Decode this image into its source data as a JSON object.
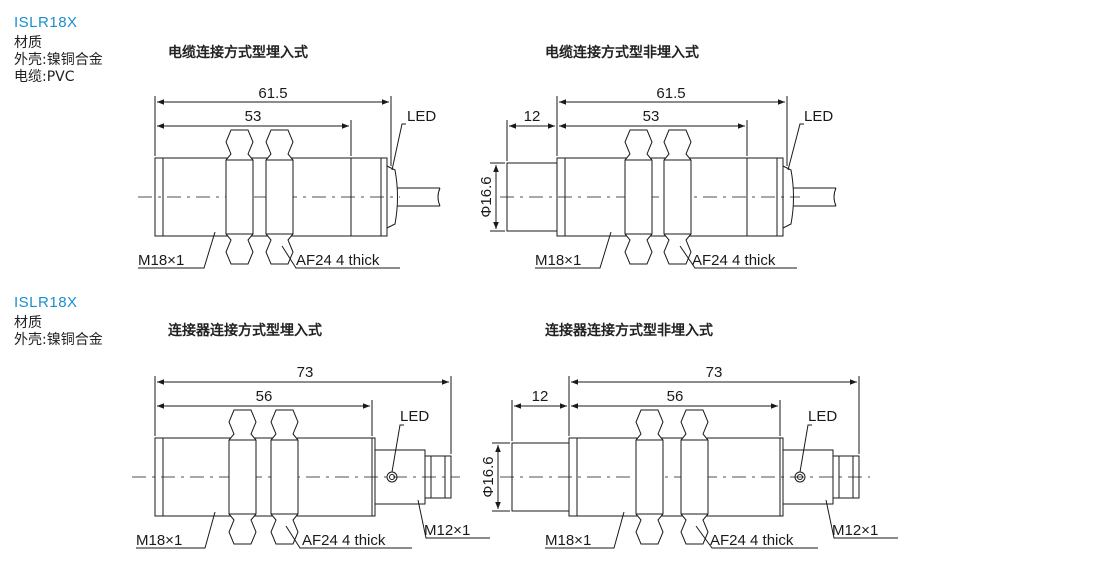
{
  "section1": {
    "model": "ISLR18X",
    "materials": [
      "材质",
      "外壳:镍铜合金",
      "电缆:PVC"
    ],
    "flush_title": "电缆连接方式型埋入式",
    "nonflush_title": "电缆连接方式型非埋入式"
  },
  "section2": {
    "model": "ISLR18X",
    "materials": [
      "材质",
      "外壳:镍铜合金"
    ],
    "flush_title": "连接器连接方式型埋入式",
    "nonflush_title": "连接器连接方式型非埋入式"
  },
  "dims": {
    "cable_total": "61.5",
    "connector_total": "73",
    "cable_thread": "53",
    "connector_thread": "56",
    "nonflush_head": "12",
    "diameter": "Φ16.6",
    "thread": "M18×1",
    "nut": "AF24 4 thick",
    "connector_thread_label": "M12×1",
    "led": "LED"
  }
}
